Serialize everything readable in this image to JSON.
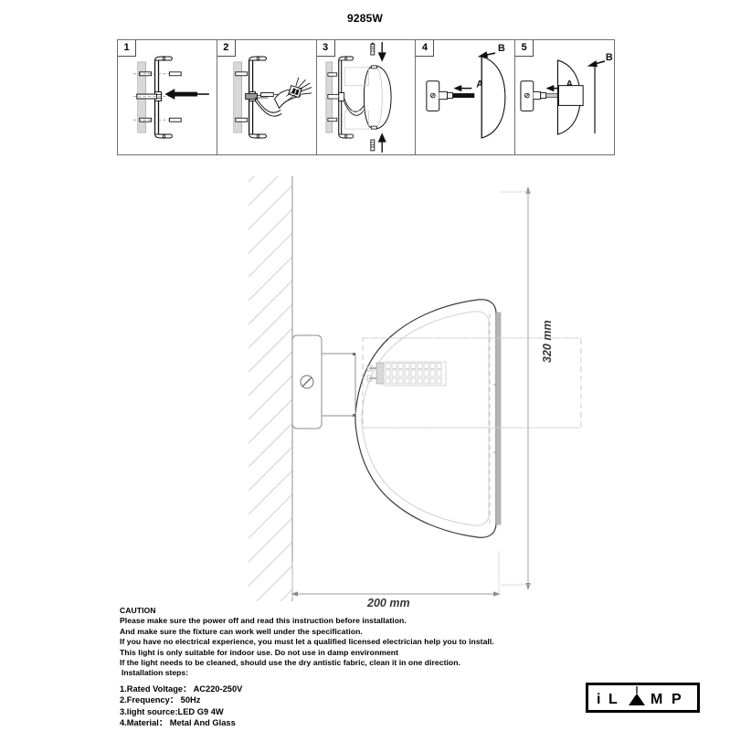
{
  "document": {
    "model_title": "9285W",
    "product_type": "wall lamp installation instruction"
  },
  "steps": {
    "panels": [
      {
        "number": "1",
        "name": "mount-bracket-to-wall"
      },
      {
        "number": "2",
        "name": "connect-wiring"
      },
      {
        "number": "3",
        "name": "attach-body-with-screws"
      },
      {
        "number": "4",
        "name": "insert-bulb-direction-a-b"
      },
      {
        "number": "5",
        "name": "fit-glass-shade"
      }
    ],
    "arrow_labels": {
      "a": "A",
      "b": "B"
    }
  },
  "dimensions": {
    "width_label": "200 mm",
    "height_label": "320 mm",
    "width_mm": 200,
    "height_mm": 320
  },
  "caution": {
    "heading": "CAUTION",
    "lines": [
      "Please make sure the power off and read this instruction before installation.",
      "And make sure the fixture can work well under the specification.",
      "If you have no electrical experience, you must let a qualified licensed electrician help you to install.",
      "This light is only suitable for indoor use. Do not use in damp environment",
      "If the light needs to be cleaned, should use the dry antistic fabric, clean it in one direction."
    ],
    "installation_heading": "Installation steps:"
  },
  "specs": [
    "1.Rated Voltage： AC220-250V",
    "2.Frequency： 50Hz",
    "3.light source:LED  G9 4W",
    "4.Material： Metal And Glass"
  ],
  "brand": {
    "name": "iLAMP",
    "letters": [
      "i",
      "L",
      "A",
      "M",
      "P"
    ]
  },
  "colors": {
    "ink": "#000000",
    "line": "#6f6f6f",
    "light_line": "#b9b9b9",
    "hatch": "#cfcfcf",
    "dim_text": "#3a3a3a",
    "background": "#ffffff"
  }
}
